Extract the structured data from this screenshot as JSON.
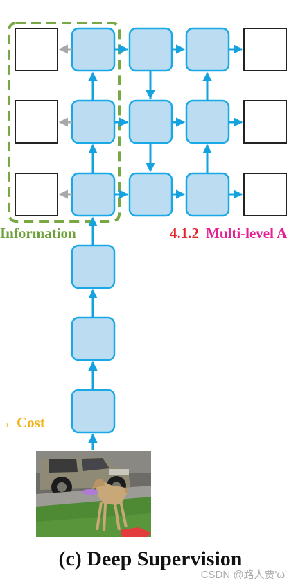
{
  "labels": {
    "information": "Information",
    "section_number": "4.1.2",
    "multi_level": "Multi-level A",
    "cost": "Cost",
    "cost_arrow": "→",
    "caption": "(c) Deep Supervision",
    "watermark": "CSDN @路人贾'ω'"
  },
  "colors": {
    "node_fill": "#bcdcf2",
    "node_stroke": "#1aa9e6",
    "edge_blue": "#15a3e0",
    "edge_gray": "#a8a8a8",
    "group_dash": "#77a843",
    "label_information": "#6ea13c",
    "label_section_number": "#e52329",
    "label_multi_level": "#e41f8f",
    "label_cost": "#f0b419"
  },
  "image": {
    "subject": "dog-with-frisbee-photo"
  }
}
